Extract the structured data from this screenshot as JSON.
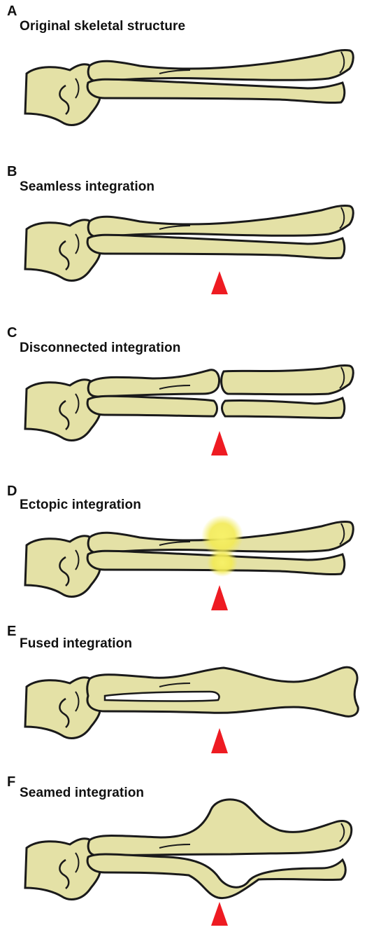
{
  "colors": {
    "bone": "#e4e1a6",
    "outline": "#1a1a1a",
    "arrow": "#ee1b22",
    "glow": "#f5ee58"
  },
  "panels": [
    {
      "letter": "A",
      "title": "Original skeletal structure"
    },
    {
      "letter": "B",
      "title": "Seamless integration"
    },
    {
      "letter": "C",
      "title": "Disconnected integration"
    },
    {
      "letter": "D",
      "title": "Ectopic integration"
    },
    {
      "letter": "E",
      "title": "Fused integration"
    },
    {
      "letter": "F",
      "title": "Seamed integration"
    }
  ]
}
